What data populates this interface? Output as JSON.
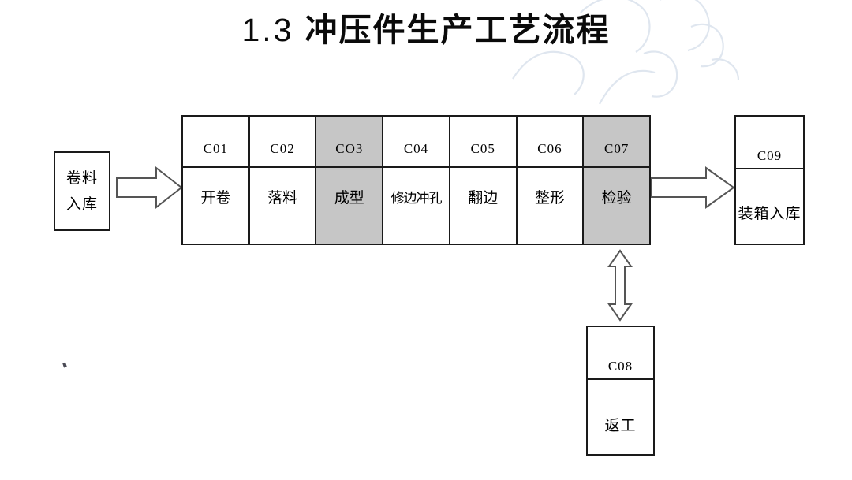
{
  "page": {
    "title_number": "1.3",
    "title_text": "冲压件生产工艺流程",
    "background_color": "#ffffff",
    "ink_color": "#1a1a1a",
    "shade_color": "#c6c6c6"
  },
  "source": {
    "name": "卷料入库",
    "line1": "卷料",
    "line2": "入库"
  },
  "process_steps": [
    {
      "code": "C01",
      "name": "开卷",
      "shaded": false
    },
    {
      "code": "C02",
      "name": "落料",
      "shaded": false
    },
    {
      "code": "CO3",
      "name": "成型",
      "shaded": true
    },
    {
      "code": "C04",
      "name": "修边冲孔",
      "shaded": false
    },
    {
      "code": "C05",
      "name": "翻边",
      "shaded": false
    },
    {
      "code": "C06",
      "name": "整形",
      "shaded": false
    },
    {
      "code": "C07",
      "name": "检验",
      "shaded": true
    }
  ],
  "output": {
    "code": "C09",
    "name": "装箱入库"
  },
  "rework": {
    "code": "C08",
    "name": "返工"
  },
  "arrows": {
    "inbound": "right-block-arrow-icon",
    "outbound": "right-block-arrow-icon",
    "rework_link": "vertical-double-block-arrow-icon"
  }
}
